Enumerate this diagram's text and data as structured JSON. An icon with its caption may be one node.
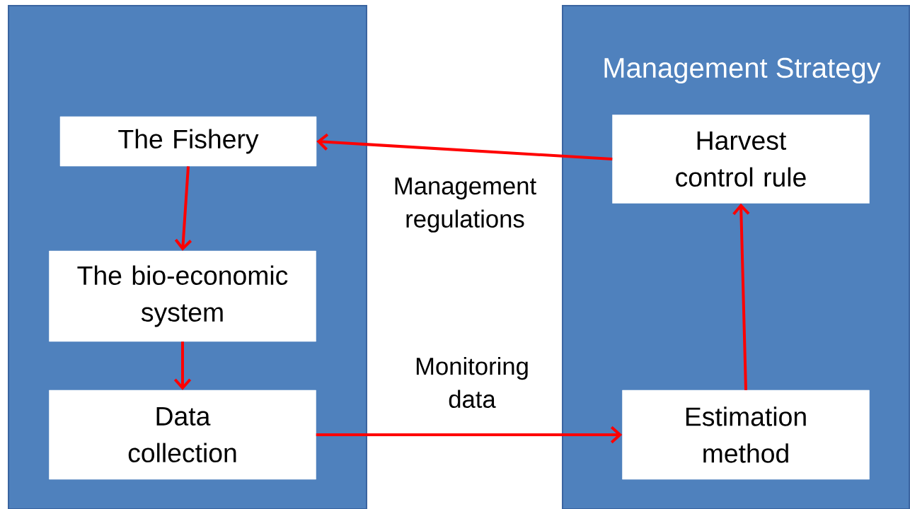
{
  "diagram": {
    "nodes": [
      {
        "text": [],
        "shape": "box"
      },
      {
        "text": [
          "The Fishery"
        ],
        "in": 0
      },
      {
        "text": [
          "The bio-economic system"
        ],
        "in": 0
      },
      {
        "text": [
          "Data collection"
        ],
        "in": 0
      },
      {
        "text": [
          "Management Strategy"
        ]
      },
      {
        "text": [
          "Harvest control rule"
        ],
        "in": 4
      },
      {
        "text": [
          "Estimation method"
        ],
        "in": 4
      }
    ],
    "edges": [
      {
        "from": 5,
        "to": 1,
        "arrow": "to",
        "label": "Management regulations"
      },
      {
        "from": 1,
        "to": 2,
        "arrow": "to"
      },
      {
        "from": 2,
        "to": 3,
        "arrow": "to"
      },
      {
        "from": 3,
        "to": 6,
        "arrow": "to",
        "label": "Monitoring data"
      },
      {
        "from": 6,
        "to": 5,
        "arrow": "to"
      }
    ]
  }
}
